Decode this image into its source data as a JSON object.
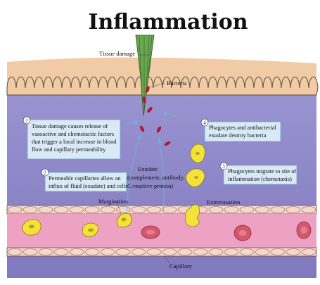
{
  "title": "Inflammation",
  "labels": {
    "tissue_damage": "Tissue damage",
    "bacteria": "Bacteria",
    "exudate": [
      "Exudate",
      "(complement, antibody,",
      "C-reactive protein)"
    ],
    "margination": "Margination",
    "extravasation": "Extravasation",
    "capillary": "Capillary"
  },
  "callouts": [
    {
      "num": "1",
      "lines": [
        "Tissue damage causes release of",
        "vasoactive and chemotactic factors",
        "that trigger a local increase in blood",
        "flow and capillary permeability"
      ]
    },
    {
      "num": "2",
      "lines": [
        "Permeable capillaries allow an",
        "influx of fluid (exudate) and cells"
      ]
    },
    {
      "num": "3",
      "lines": [
        "Phagocytes migrate to site of",
        "inflammation (chemotaxis)"
      ]
    },
    {
      "num": "4",
      "lines": [
        "Phagocytes and antibacterial",
        "exudate destroy bacteria"
      ]
    }
  ],
  "colors": {
    "skin": "#f0cba6",
    "tissue": "#8c86c8",
    "vessel_wall": "#f6d8c8",
    "blood": "#eda2c4",
    "phagocyte": "#f3e23a",
    "red_cell": "#d4586c",
    "bacteria": "#b01632",
    "splinter": "#6aa84f"
  }
}
